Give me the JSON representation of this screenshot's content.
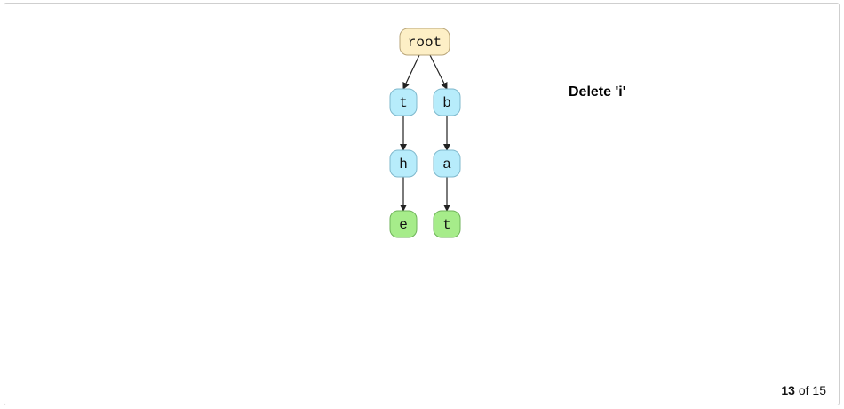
{
  "caption": "Delete 'i'",
  "pager": {
    "current": "13",
    "separator": "of",
    "total": "15"
  },
  "tree": {
    "nodes": [
      {
        "id": "root",
        "label": "root",
        "kind": "root"
      },
      {
        "id": "t1",
        "label": "t",
        "kind": "inner"
      },
      {
        "id": "b1",
        "label": "b",
        "kind": "inner"
      },
      {
        "id": "h1",
        "label": "h",
        "kind": "inner"
      },
      {
        "id": "a1",
        "label": "a",
        "kind": "inner"
      },
      {
        "id": "e1",
        "label": "e",
        "kind": "leaf"
      },
      {
        "id": "t2",
        "label": "t",
        "kind": "leaf"
      }
    ],
    "edges": [
      {
        "from": "root",
        "to": "t1"
      },
      {
        "from": "root",
        "to": "b1"
      },
      {
        "from": "t1",
        "to": "h1"
      },
      {
        "from": "b1",
        "to": "a1"
      },
      {
        "from": "h1",
        "to": "e1"
      },
      {
        "from": "a1",
        "to": "t2"
      }
    ]
  }
}
